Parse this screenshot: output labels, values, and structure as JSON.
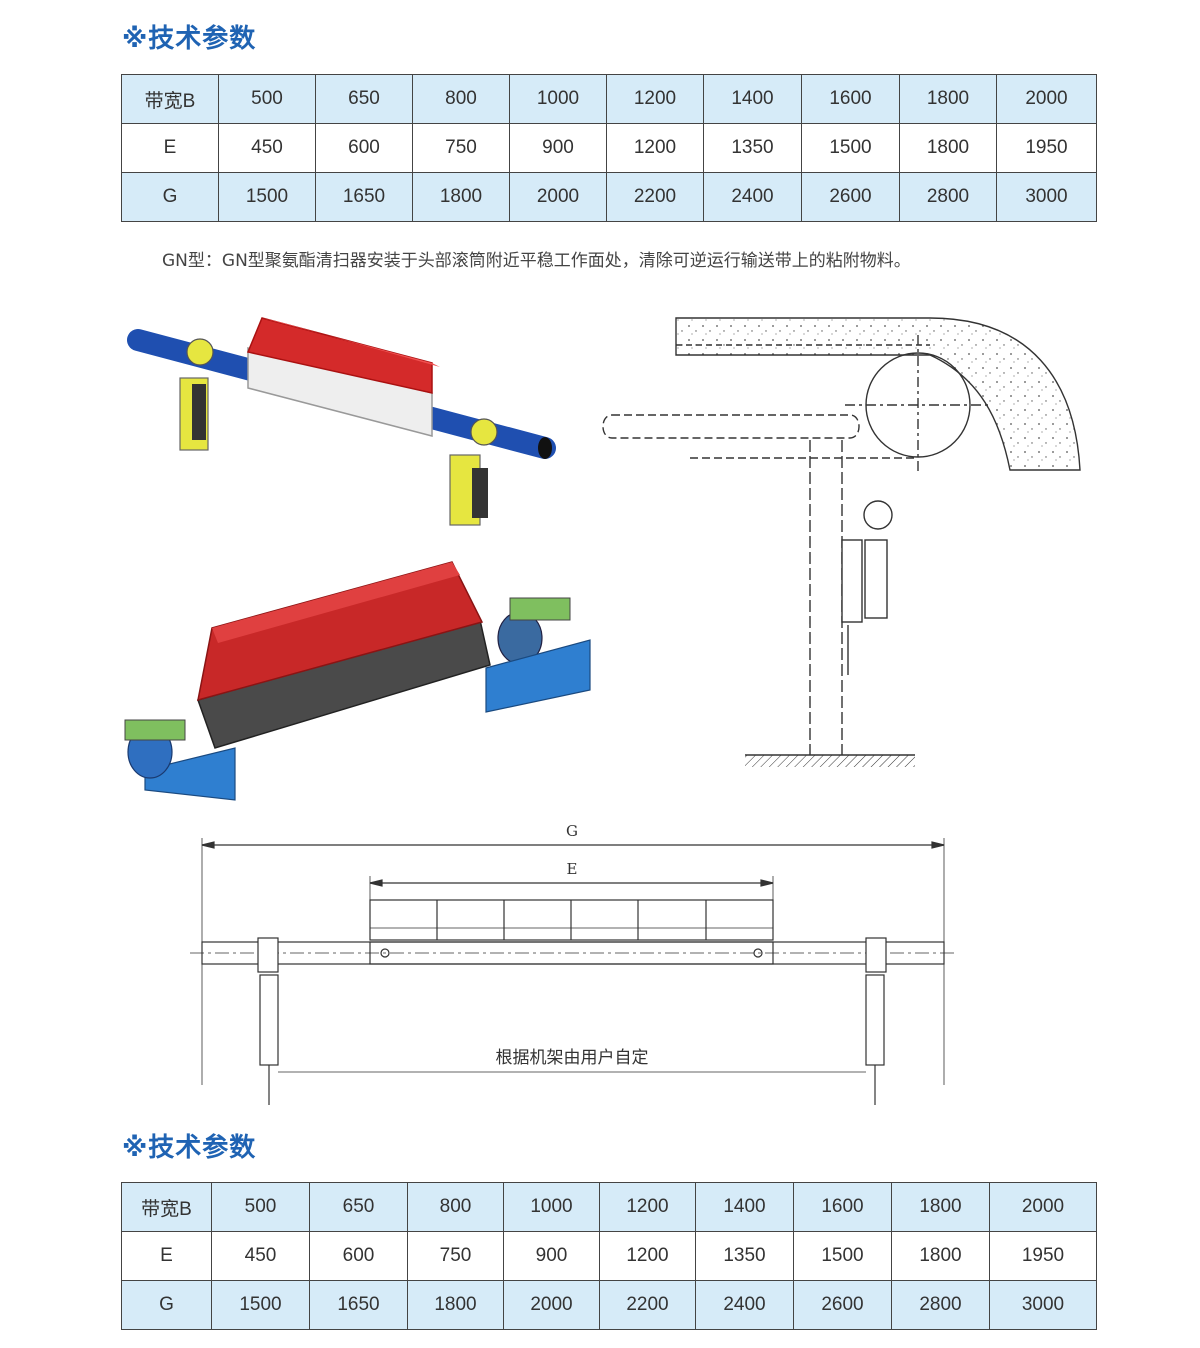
{
  "section_title": "※技术参数",
  "description": "GN型：GN型聚氨酯清扫器安装于头部滚筒附近平稳工作面处，清除可逆运行输送带上的粘附物料。",
  "spec_table": {
    "rows": [
      {
        "label": "带宽B",
        "values": [
          "500",
          "650",
          "800",
          "1000",
          "1200",
          "1400",
          "1600",
          "1800",
          "2000"
        ]
      },
      {
        "label": "E",
        "values": [
          "450",
          "600",
          "750",
          "900",
          "1200",
          "1350",
          "1500",
          "1800",
          "1950"
        ]
      },
      {
        "label": "G",
        "values": [
          "1500",
          "1650",
          "1800",
          "2000",
          "2200",
          "2400",
          "2600",
          "2800",
          "3000"
        ]
      }
    ]
  },
  "drawing": {
    "dim_g": "G",
    "dim_e": "E",
    "frame_note": "根据机架由用户自定"
  },
  "colors": {
    "heading_blue": "#1f63b3",
    "table_shade": "#d6ebf8",
    "blade_red": "#d42a2a",
    "shaft_blue": "#1f4fb0",
    "bracket_yellow": "#e6e640",
    "base_blue": "#2f7fd0"
  }
}
